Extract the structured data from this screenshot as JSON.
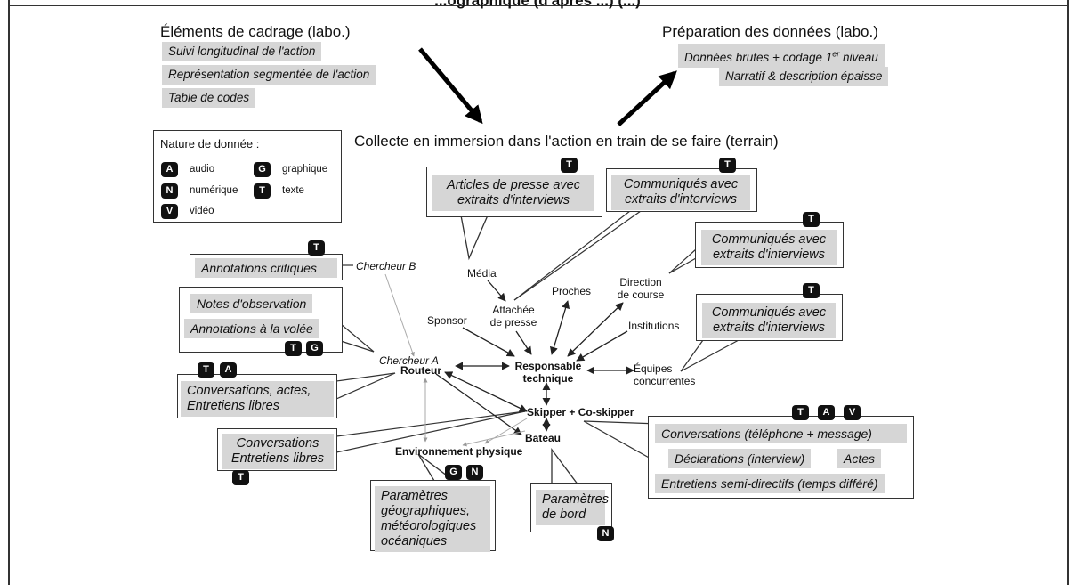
{
  "page_title": "...ographique (d'aprés ...) (...)",
  "framing": {
    "heading": "Éléments de cadrage (labo.)",
    "items": [
      "Suivi longitudinal de l'action",
      "Représentation segmentée de l'action",
      "Table de codes"
    ]
  },
  "preparation": {
    "heading": "Préparation des données (labo.)",
    "items": [
      "Données brutes + codage 1er niveau",
      "Narratif & description épaisse"
    ]
  },
  "collection_heading": "Collecte en immersion dans l'action en train de se faire (terrain)",
  "legend": {
    "title": "Nature de donnée :",
    "entries": [
      {
        "code": "A",
        "label": "audio"
      },
      {
        "code": "G",
        "label": "graphique"
      },
      {
        "code": "N",
        "label": "numérique"
      },
      {
        "code": "T",
        "label": "texte"
      },
      {
        "code": "V",
        "label": "vidéo"
      }
    ]
  },
  "callouts": {
    "presse": {
      "text": "Articles de presse avec extraits d'interviews",
      "badges": [
        "T"
      ]
    },
    "communiques_1": {
      "text": "Communiqués avec extraits d'interviews",
      "badges": [
        "T"
      ]
    },
    "communiques_2": {
      "text": "Communiqués avec extraits d'interviews",
      "badges": [
        "T"
      ]
    },
    "communiques_3": {
      "text": "Communiqués avec extraits d'interviews",
      "badges": [
        "T"
      ]
    },
    "annotations_critiques": {
      "text": "Annotations critiques",
      "badges": [
        "T"
      ]
    },
    "notes": {
      "items": [
        "Notes d'observation",
        "Annotations à la volée"
      ],
      "badges": [
        "T",
        "G"
      ]
    },
    "conversations_actes": {
      "text": "Conversations, actes, Entretiens libres",
      "badges": [
        "T",
        "A"
      ]
    },
    "conversations_libres": {
      "text": "Conversations Entretiens libres",
      "badges": [
        "T"
      ]
    },
    "parametres_geo": {
      "text": "Paramètres géographiques, météorologiques océaniques",
      "badges": [
        "G",
        "N"
      ]
    },
    "parametres_bord": {
      "text": "Paramètres de bord",
      "badges": [
        "N"
      ]
    },
    "skipper_data": {
      "items": [
        "Conversations (téléphone + message)",
        "Déclarations (interview)",
        "Actes",
        "Entretiens semi-directifs (temps différé)"
      ],
      "badges": [
        "T",
        "A",
        "V"
      ]
    }
  },
  "nodes": {
    "chercheur_b": "Chercheur B",
    "media": "Média",
    "attachee": "Attachée de presse",
    "proches": "Proches",
    "direction": "Direction de course",
    "sponsor": "Sponsor",
    "institutions": "Institutions",
    "chercheur_a": "Chercheur A",
    "routeur": "Routeur",
    "responsable": "Responsable technique",
    "equipes": "Équipes concurrentes",
    "skipper": "Skipper + Co-skipper",
    "bateau": "Bateau",
    "environnement": "Environnement physique"
  },
  "colors": {
    "box_fill": "#d6d6d6",
    "badge": "#111111",
    "line": "#222222"
  }
}
